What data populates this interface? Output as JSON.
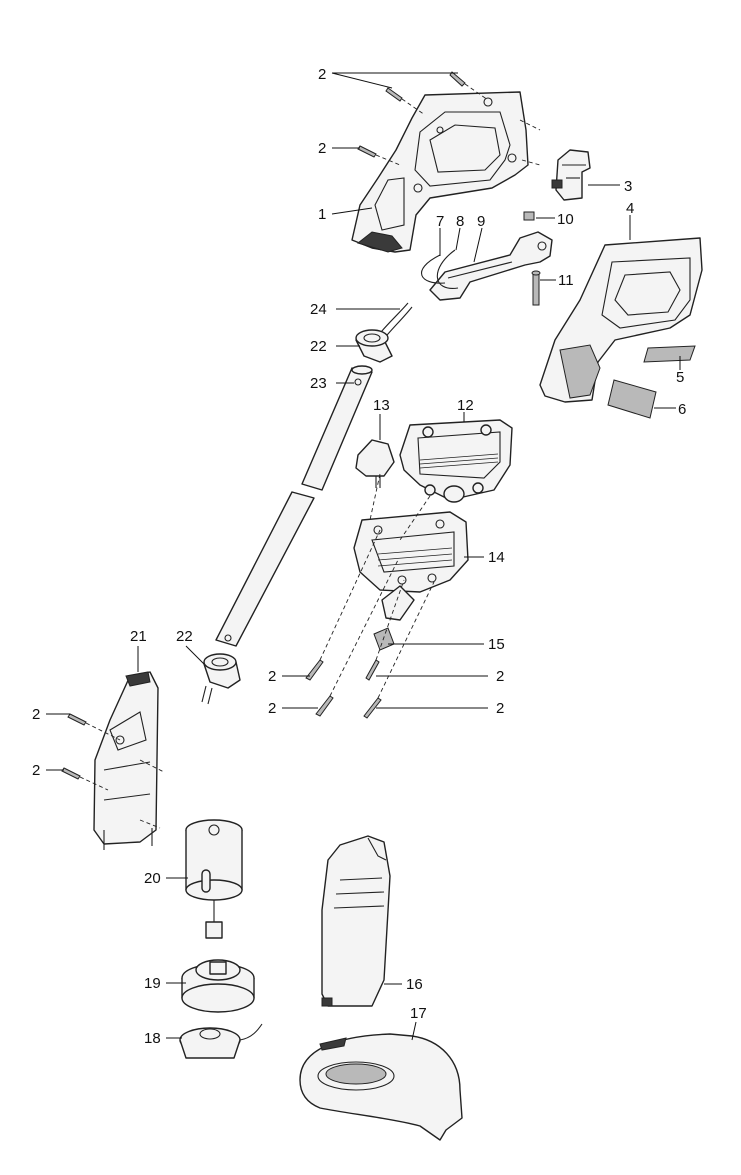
{
  "callouts": {
    "c1": "1",
    "c2a": "2",
    "c2b": "2",
    "c2c": "2",
    "c2d": "2",
    "c2e": "2",
    "c2f": "2",
    "c2g": "2",
    "c2h": "2",
    "c3": "3",
    "c4": "4",
    "c5": "5",
    "c6": "6",
    "c7": "7",
    "c8": "8",
    "c9": "9",
    "c10": "10",
    "c11": "11",
    "c12": "12",
    "c13": "13",
    "c14": "14",
    "c15": "15",
    "c16": "16",
    "c17": "17",
    "c18": "18",
    "c19": "19",
    "c20": "20",
    "c21": "21",
    "c22a": "22",
    "c22b": "22",
    "c23": "23",
    "c24": "24"
  }
}
